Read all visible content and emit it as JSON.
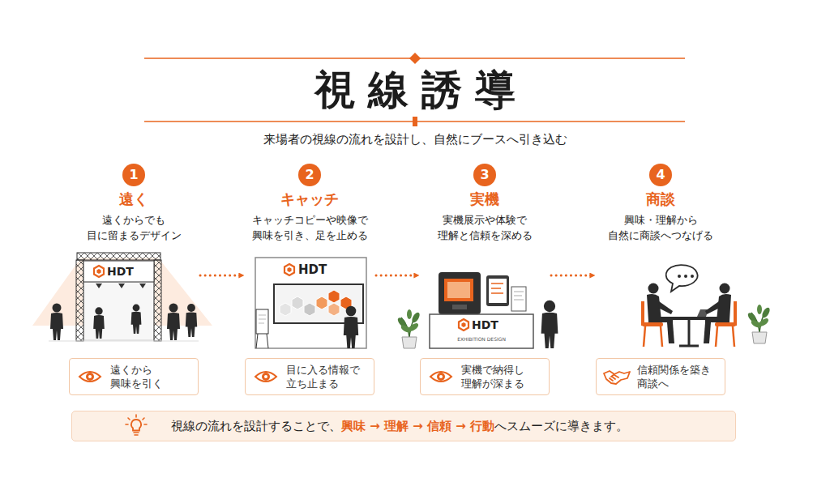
{
  "diagram": {
    "title": "視線誘導",
    "nodes": [
      {
        "text": [
          "遠く",
          "遠くからでも 目に留まるデザイン"
        ]
      },
      {
        "text": [
          "1"
        ],
        "in": 0
      },
      {
        "text": [
          "遠くから 興味を引く"
        ],
        "in": 0
      },
      {
        "text": [
          "キャッチ",
          "キャッチコピーや映像で 興味を引き、足を止める"
        ]
      },
      {
        "text": [
          "2"
        ],
        "in": 3
      },
      {
        "text": [
          "目に入る情報で 立ち止まる"
        ],
        "in": 3
      },
      {
        "text": [
          "実機",
          "実機展示や体験で 理解と信頼を深める"
        ]
      },
      {
        "text": [
          "3"
        ],
        "in": 6
      },
      {
        "text": [
          "実機で納得し 理解が深まる"
        ],
        "in": 6
      },
      {
        "text": [
          "商談",
          "興味・理解から 自然に商談へつなげる"
        ]
      },
      {
        "text": [
          "4"
        ],
        "in": 9
      },
      {
        "text": [
          "信頼関係を築き 商談へ"
        ],
        "in": 9
      },
      {
        "text": [
          "視線の流れを設計することで、",
          "興味 → 理解 → 信頼 → 行動",
          "へスムーズに導きます。"
        ]
      }
    ],
    "edges": [
      {
        "from": 0,
        "to": 3,
        "arrow": "to"
      },
      {
        "from": 3,
        "to": 6,
        "arrow": "to"
      },
      {
        "from": 6,
        "to": 9,
        "arrow": "to"
      }
    ],
    "labels": [
      "来場者の視線の流れを設計し、自然にブースへ引き込む",
      "HDT",
      "HDT",
      "HDT",
      "EXHIBITION DESIGN"
    ]
  }
}
